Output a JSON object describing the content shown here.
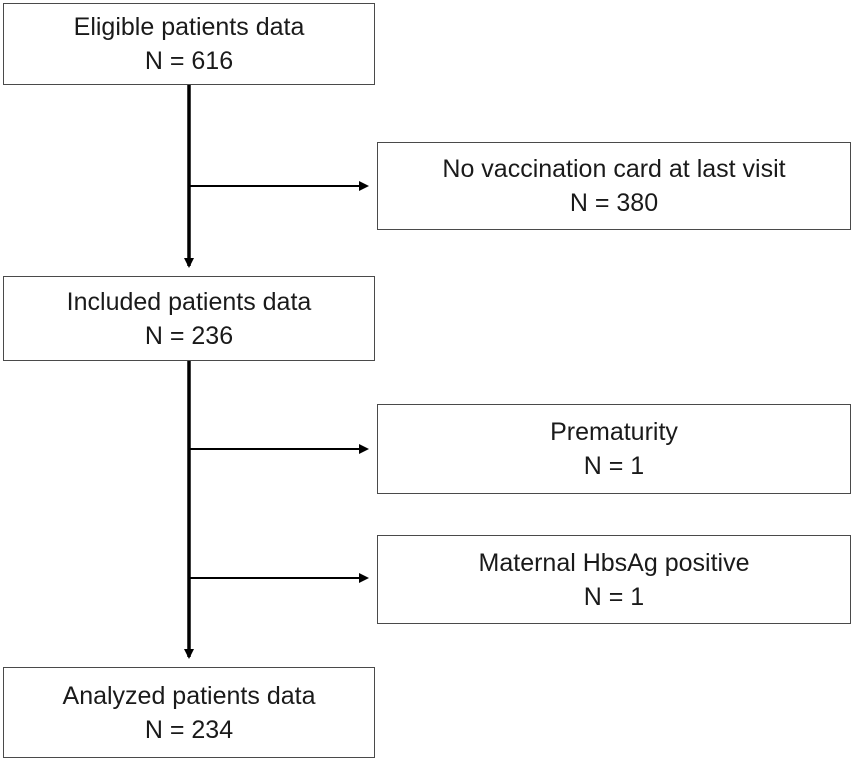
{
  "boxes": {
    "eligible": {
      "label": "Eligible patients data",
      "count": "N = 616"
    },
    "excluded1": {
      "label": "No vaccination card at last visit",
      "count": "N = 380"
    },
    "included": {
      "label": "Included patients data",
      "count": "N = 236"
    },
    "excluded2": {
      "label": "Prematurity",
      "count": "N = 1"
    },
    "excluded3": {
      "label": "Maternal HbsAg positive",
      "count": "N = 1"
    },
    "analyzed": {
      "label": "Analyzed patients data",
      "count": "N = 234"
    }
  },
  "colors": {
    "line": "#000000",
    "border": "#4a4a4a",
    "text": "#1a1a1a"
  }
}
